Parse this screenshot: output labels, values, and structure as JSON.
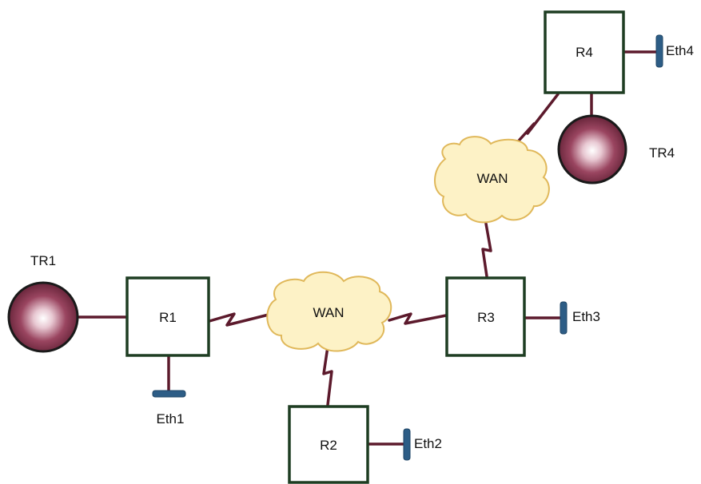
{
  "routers": {
    "r1": "R1",
    "r2": "R2",
    "r3": "R3",
    "r4": "R4"
  },
  "wan": {
    "left": "WAN",
    "top": "WAN"
  },
  "token_rings": {
    "tr1": "TR1",
    "tr4": "TR4"
  },
  "ethernets": {
    "eth1": "Eth1",
    "eth2": "Eth2",
    "eth3": "Eth3",
    "eth4": "Eth4"
  },
  "colors": {
    "router_border": "#1e3d22",
    "link": "#5c1a2c",
    "cloud_fill": "#fdf2c6",
    "cloud_border": "#e0b85a",
    "ethernet": "#2d5d86",
    "token_ring": "#7a2a45"
  }
}
